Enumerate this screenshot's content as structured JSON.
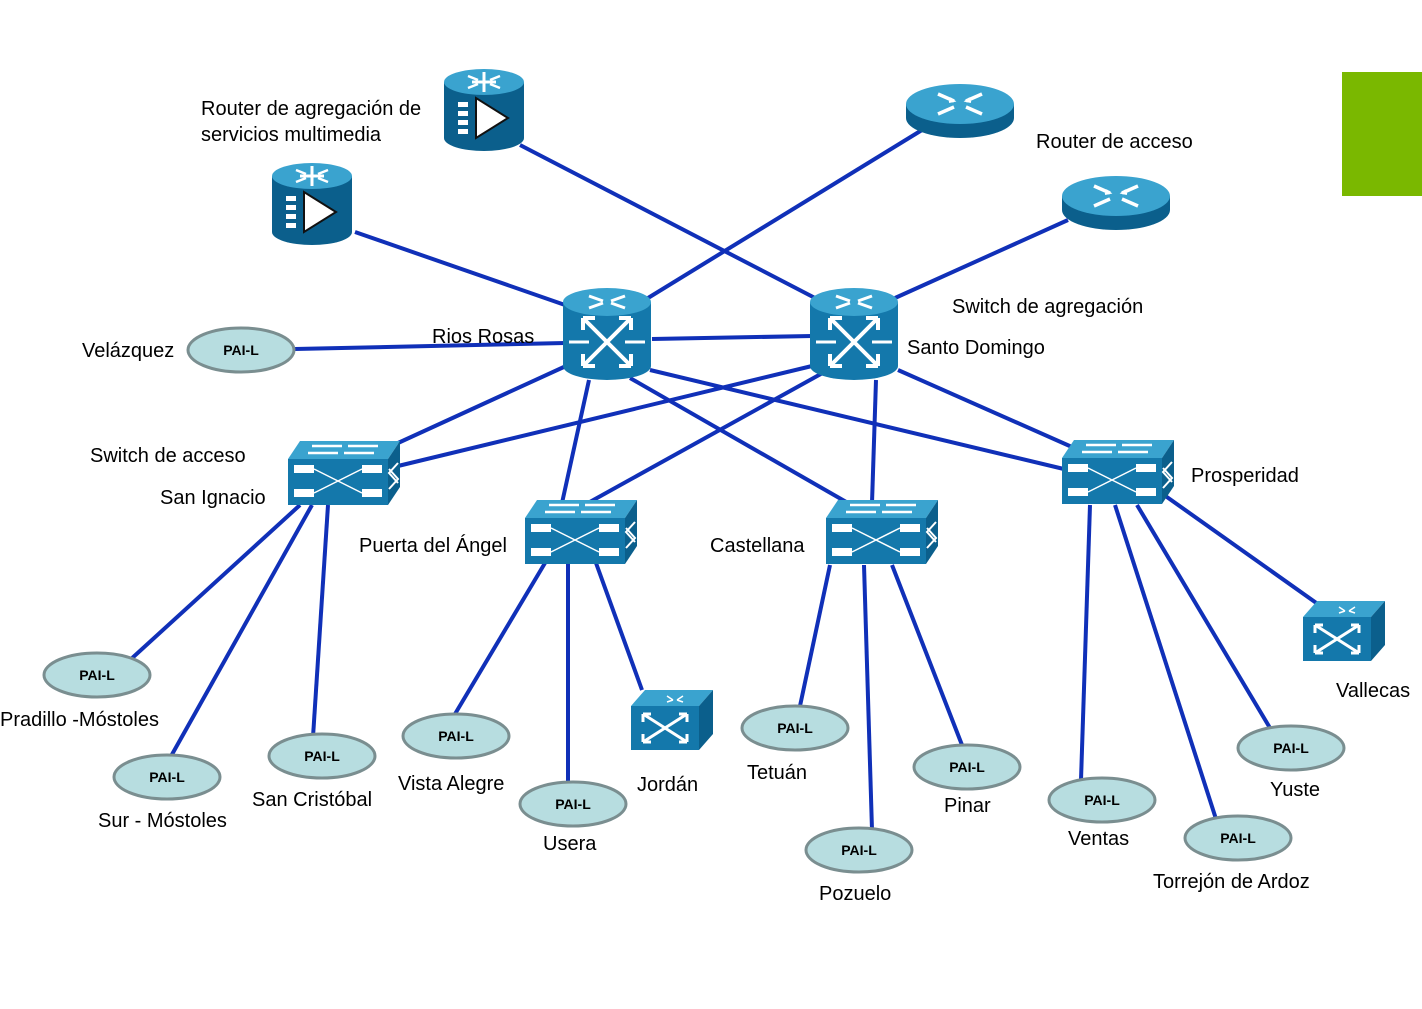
{
  "colors": {
    "link": "#1030b8",
    "device_top": "#3aa3cf",
    "device_side": "#0b5f8c",
    "device_front": "#1478ab",
    "pai_fill": "#b7dde0",
    "pai_stroke": "#7a8e90",
    "accent": "#7ab800"
  },
  "labels": {
    "router_multimedia": "Router de agregación de servicios multimedia",
    "router_multimedia_l1": "Router de agregación de",
    "router_multimedia_l2": "servicios multimedia",
    "router_access": "Router de acceso",
    "switch_aggregation": "Switch de agregación",
    "switch_access": "Switch de acceso",
    "rios_rosas": "Rios Rosas",
    "santo_domingo": "Santo Domingo",
    "velazquez": "Velázquez",
    "san_ignacio": "San Ignacio",
    "puerta_del_angel": "Puerta del Ángel",
    "castellana": "Castellana",
    "prosperidad": "Prosperidad",
    "pradillo": "Pradillo -Móstoles",
    "sur_mostoles": "Sur - Móstoles",
    "san_cristobal": "San Cristóbal",
    "vista_alegre": "Vista Alegre",
    "usera": "Usera",
    "jordan": "Jordán",
    "tetuan": "Tetuán",
    "pozuelo": "Pozuelo",
    "pinar": "Pinar",
    "ventas": "Ventas",
    "torrejon": "Torrejón de Ardoz",
    "yuste": "Yuste",
    "vallecas": "Vallecas"
  },
  "pai_label": "PAI-L"
}
